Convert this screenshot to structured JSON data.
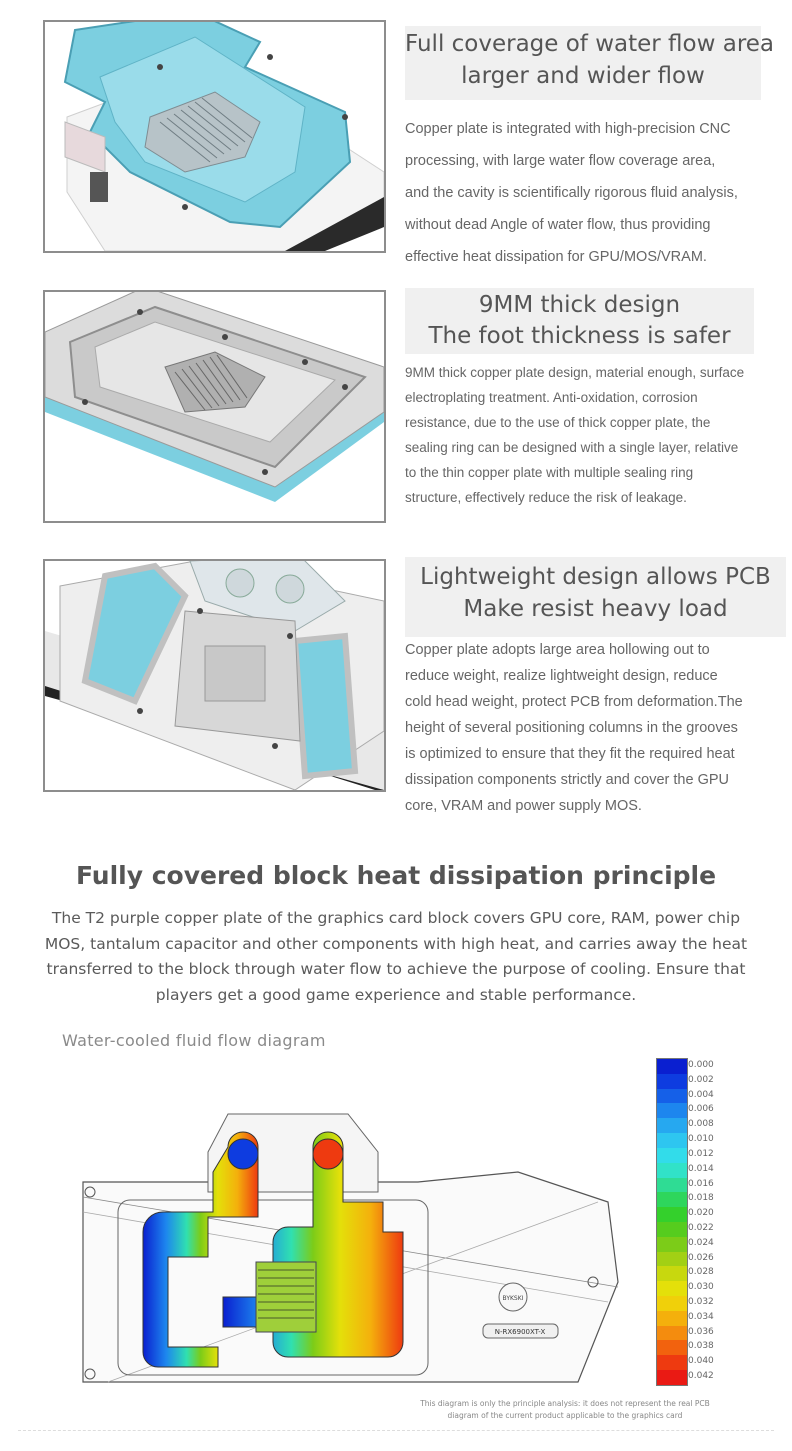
{
  "features": [
    {
      "title_lines": [
        "Full coverage of water flow area",
        "larger and wider flow"
      ],
      "body_lines": [
        "Copper plate is integrated with high-precision CNC",
        "processing, with large water flow coverage area,",
        "and the cavity is scientifically rigorous fluid analysis,",
        "without dead Angle of water flow, thus providing",
        "effective heat dissipation for GPU/MOS/VRAM."
      ]
    },
    {
      "title_lines": [
        "9MM thick design",
        "The foot thickness is safer"
      ],
      "body_lines": [
        "9MM thick copper plate design, material enough, surface",
        "electroplating treatment. Anti-oxidation, corrosion",
        "resistance, due to the use of thick copper plate, the",
        "sealing ring can be designed with a single layer, relative",
        "to the thin copper plate with multiple sealing ring",
        "structure, effectively reduce the risk of leakage."
      ]
    },
    {
      "title_lines": [
        "Lightweight design allows PCB",
        "Make resist heavy load"
      ],
      "body_lines": [
        "Copper plate adopts large area hollowing out to",
        "reduce weight, realize lightweight design, reduce",
        "cold head weight, protect PCB from deformation.The",
        "height of several positioning columns in the grooves",
        "is optimized to ensure that they fit the required heat",
        "dissipation components strictly and cover the GPU",
        "core, VRAM and power supply MOS."
      ]
    }
  ],
  "section": {
    "title": "Fully covered block heat dissipation principle",
    "desc_lines": [
      "The T2 purple copper plate of the graphics card block covers GPU core, RAM, power chip",
      "MOS, tantalum capacitor and other components with high heat, and carries away the heat",
      "transferred to the block through water flow to achieve the purpose of cooling. Ensure that",
      "players get a good game experience and stable performance."
    ]
  },
  "diagram": {
    "title": "Water-cooled fluid flow diagram",
    "legend_values": [
      "0.000",
      "0.002",
      "0.004",
      "0.006",
      "0.008",
      "0.010",
      "0.012",
      "0.014",
      "0.016",
      "0.018",
      "0.020",
      "0.022",
      "0.024",
      "0.026",
      "0.028",
      "0.030",
      "0.032",
      "0.034",
      "0.036",
      "0.038",
      "0.040",
      "0.042"
    ],
    "legend_colors": [
      "#0a1fd0",
      "#0e3ce0",
      "#1560e8",
      "#1d86ee",
      "#26a8f0",
      "#2ec6f0",
      "#32dcea",
      "#31e2c8",
      "#2fdc94",
      "#2ed65c",
      "#34d02c",
      "#56cc1e",
      "#7ccc18",
      "#a2d014",
      "#c8d80e",
      "#e4e00a",
      "#f0d00a",
      "#f4b00c",
      "#f48c0e",
      "#f2620e",
      "#ee3a10",
      "#ea1a14"
    ],
    "footnote_lines": [
      "This diagram is only the principle analysis: it does not represent the real PCB",
      "diagram of the current product applicable to the graphics card"
    ],
    "board_logo_text": "BYKSKI",
    "board_model_text": "N-RX6900XT-X"
  },
  "colors": {
    "accent_water": "#7ccfe0",
    "title_bg": "#f0f0f0",
    "frame": "#8d8d8d"
  }
}
